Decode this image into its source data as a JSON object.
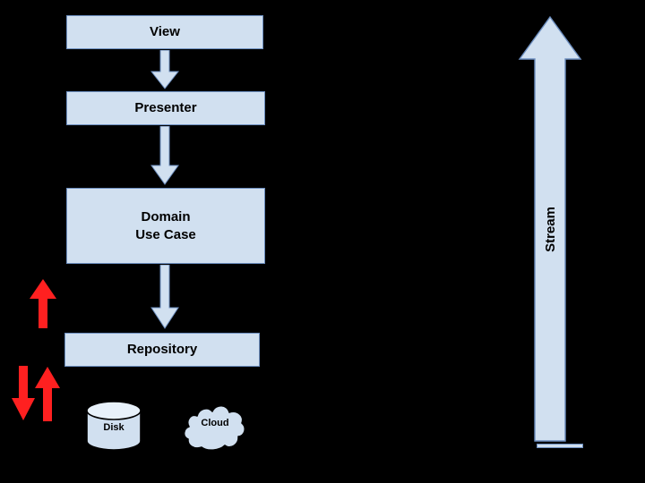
{
  "diagram": {
    "title": "Clean architecture layer flow diagram",
    "background_color": "#000000",
    "node_fill_color": "#d1e0f0",
    "node_border_color": "#6c8ebf",
    "accent_color": "#ff2020",
    "text_color": "#000000",
    "nodes": [
      {
        "id": "view",
        "label": "View"
      },
      {
        "id": "presenter",
        "label": "Presenter"
      },
      {
        "id": "domain",
        "label_line1": "Domain",
        "label_line2": "Use Case"
      },
      {
        "id": "repository",
        "label": "Repository"
      },
      {
        "id": "disk",
        "label": "Disk",
        "shape": "cylinder"
      },
      {
        "id": "cloud",
        "label": "Cloud",
        "shape": "cloud"
      },
      {
        "id": "stream",
        "label": "Stream",
        "shape": "up-arrow"
      }
    ],
    "connectors": [
      {
        "id": "view-to-presenter",
        "direction": "down",
        "color": "#d1e0f0"
      },
      {
        "id": "presenter-to-domain",
        "direction": "down",
        "color": "#d1e0f0"
      },
      {
        "id": "domain-to-repository",
        "direction": "down",
        "color": "#d1e0f0"
      },
      {
        "id": "red-up-upper",
        "direction": "up",
        "color": "#ff2020"
      },
      {
        "id": "red-down-lower",
        "direction": "down",
        "color": "#ff2020"
      },
      {
        "id": "red-up-lower",
        "direction": "up",
        "color": "#ff2020"
      }
    ]
  }
}
